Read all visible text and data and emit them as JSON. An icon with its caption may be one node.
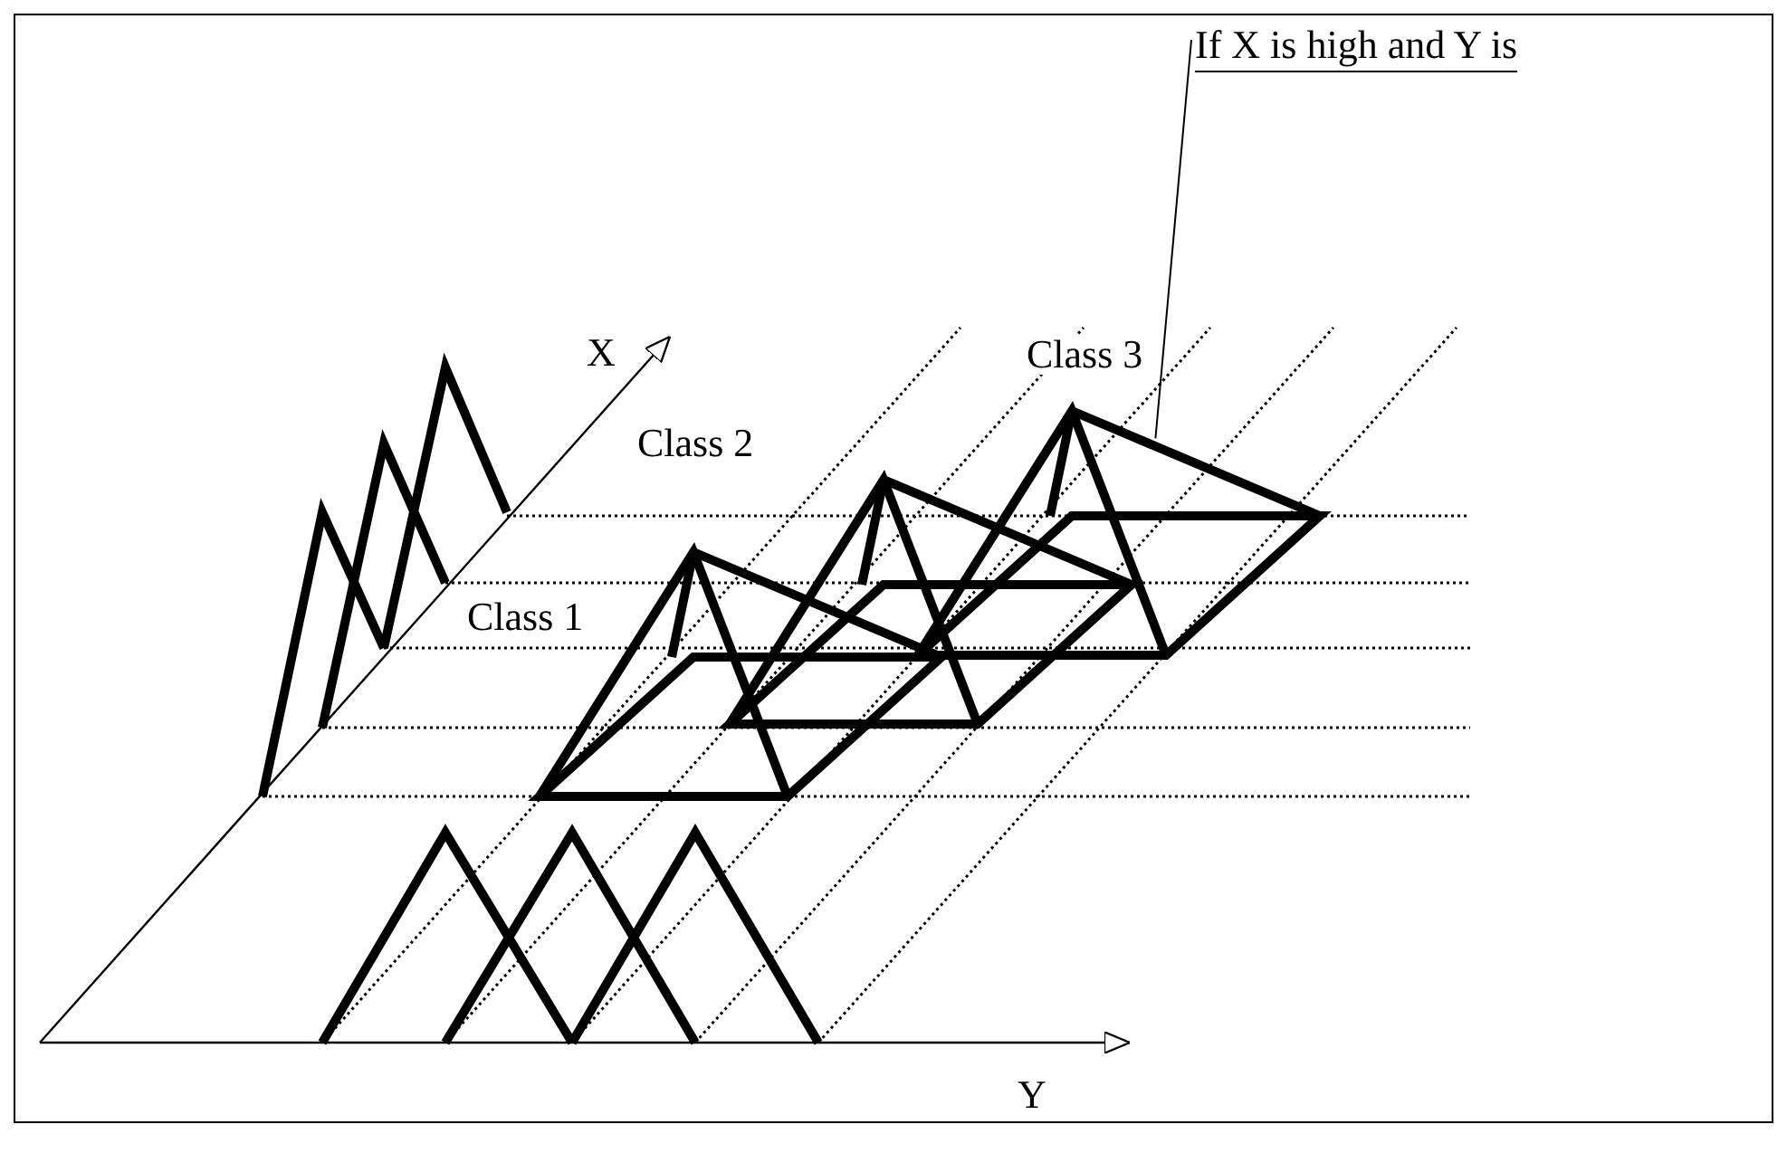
{
  "diagram": {
    "nodes": [
      {
        "text": [
          "If X is high and Y is"
        ]
      },
      {
        "text": [],
        "shape": "pyramid"
      }
    ],
    "edges": [
      {
        "from": 0,
        "to": 1,
        "arrow": "none"
      }
    ],
    "labels": [
      "Class 3",
      "X",
      "Class 2",
      "Class 1",
      "Y"
    ]
  }
}
